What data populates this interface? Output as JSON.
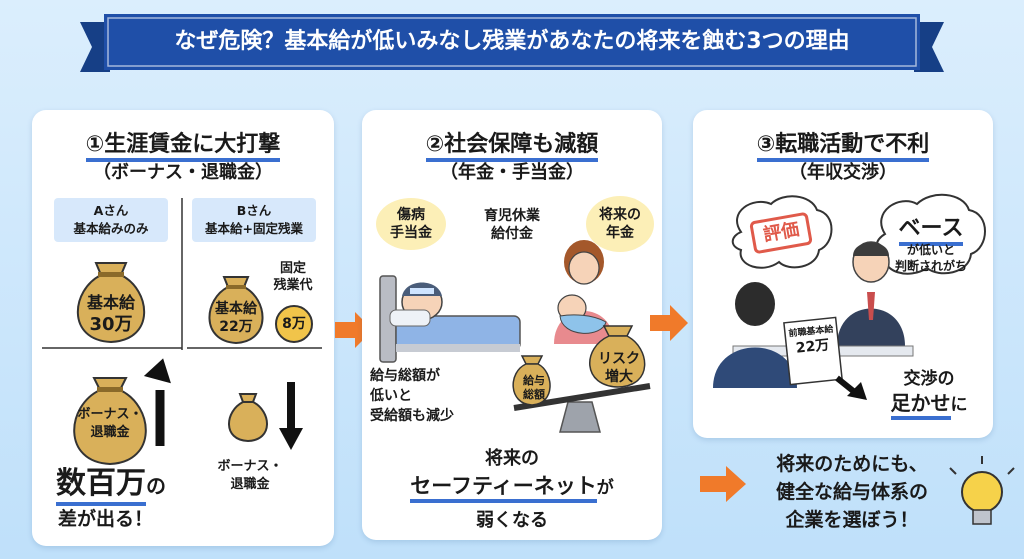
{
  "banner": {
    "title": "なぜ危険？基本給が低いみなし残業があなたの将来を蝕む3つの理由",
    "color": "#1f4fa8"
  },
  "card1": {
    "title": "①生涯賃金に大打撃",
    "subtitle": "（ボーナス・退職金）",
    "personA": "Aさん\n基本給みのみ",
    "personA_line1": "Aさん",
    "personA_line2": "基本給みのみ",
    "personB_line1": "Bさん",
    "personB_line2": "基本給+固定残業",
    "bagA_line1": "基本給",
    "bagA_line2": "30万",
    "fixed_label_line1": "固定",
    "fixed_label_line2": "残業代",
    "bagB_line1": "基本給",
    "bagB_line2": "22万",
    "coin": "8万",
    "bonusA_line1": "ボーナス・",
    "bonusA_line2": "退職金",
    "bonusB_line1": "ボーナス・",
    "bonusB_line2": "退職金",
    "result_big": "数百万",
    "result_no": "の",
    "result_line2": "差が出る！"
  },
  "card2": {
    "title": "②社会保障も減額",
    "subtitle": "（年金・手当金）",
    "bubble1_line1": "傷病",
    "bubble1_line2": "手当金",
    "bubble2_line1": "育児休業",
    "bubble2_line2": "給付金",
    "bubble3_line1": "将来の",
    "bubble3_line2": "年金",
    "note_line1": "給与総額が",
    "note_line2": "低いと",
    "note_line3": "受給額も減少",
    "bag_salary_line1": "給与",
    "bag_salary_line2": "総額",
    "bag_risk_line1": "リスク",
    "bag_risk_line2": "増大",
    "bottom_line1": "将来の",
    "bottom_line2": "セーフティーネット",
    "bottom_ga": "が",
    "bottom_line3": "弱くなる"
  },
  "card3": {
    "title": "③転職活動で不利",
    "subtitle": "（年収交渉）",
    "stamp": "評価",
    "thought_big": "ベース",
    "thought_line2": "が低いと",
    "thought_line3": "判断されがち",
    "paper_line1": "前職基本給",
    "paper_line2": "22万",
    "nego_line1": "交渉の",
    "nego_line2": "足かせ",
    "nego_ni": "に"
  },
  "footer": {
    "line1": "将来のためにも、",
    "line2": "健全な給与体系の",
    "line3": "企業を選ぼう！"
  },
  "colors": {
    "accent_orange": "#f07a2a",
    "underline_blue": "#3a6fd0",
    "bag_gold": "#d9b05a",
    "tag_blue": "#d7e8fb"
  }
}
